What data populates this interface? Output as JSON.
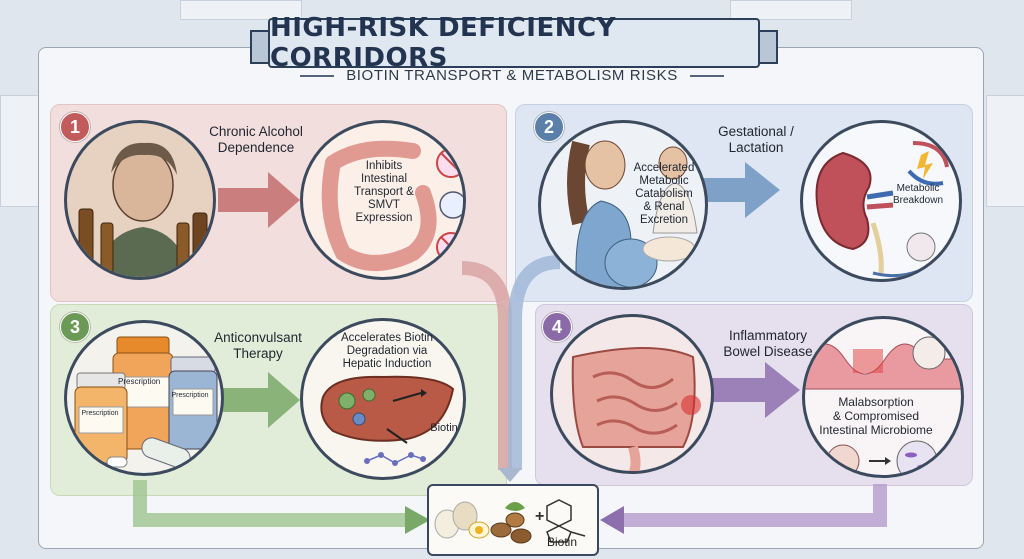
{
  "title": "HIGH-RISK DEFICIENCY CORRIDORS",
  "subtitle": "BIOTIN TRANSPORT & METABOLISM RISKS",
  "panels": [
    {
      "number": "1",
      "heading_lines": [
        "Chronic Alcohol",
        "Dependence"
      ],
      "effect_lines": [
        "Inhibits",
        "Intestinal",
        "Transport &",
        "SMVT",
        "Expression"
      ],
      "color": "#c25b5b"
    },
    {
      "number": "2",
      "heading_lines": [
        "Gestational /",
        "Lactation"
      ],
      "effect_lines": [
        "Accelerated",
        "Metabolic",
        "Catabolism",
        "& Renal",
        "Excretion"
      ],
      "effect_tag_lines": [
        "Metabolic",
        "Breakdown"
      ],
      "color": "#5a7fa8"
    },
    {
      "number": "3",
      "heading_lines": [
        "Anticonvulsant",
        "Therapy"
      ],
      "effect_lines": [
        "Accelerates Biotin",
        "Degradation via",
        "Hepatic Induction"
      ],
      "effect_tag": "Biotin",
      "bottle_labels": [
        "Prescription",
        "Prescription",
        "Prescription"
      ],
      "color": "#6a9a55"
    },
    {
      "number": "4",
      "heading_lines": [
        "Inflammatory",
        "Bowel Disease"
      ],
      "effect_lines": [
        "Malabsorption",
        "& Compromised",
        "Intestinal Microbiome"
      ],
      "color": "#8b6aa8"
    }
  ],
  "center": {
    "biotin_label": "Biotin",
    "plus": "+"
  },
  "colors": {
    "banner_border": "#2c3f5a",
    "arrow_red": "#c26d6d",
    "arrow_blue": "#6f93c0",
    "arrow_green": "#7aa868",
    "arrow_purple": "#8e6fae"
  }
}
